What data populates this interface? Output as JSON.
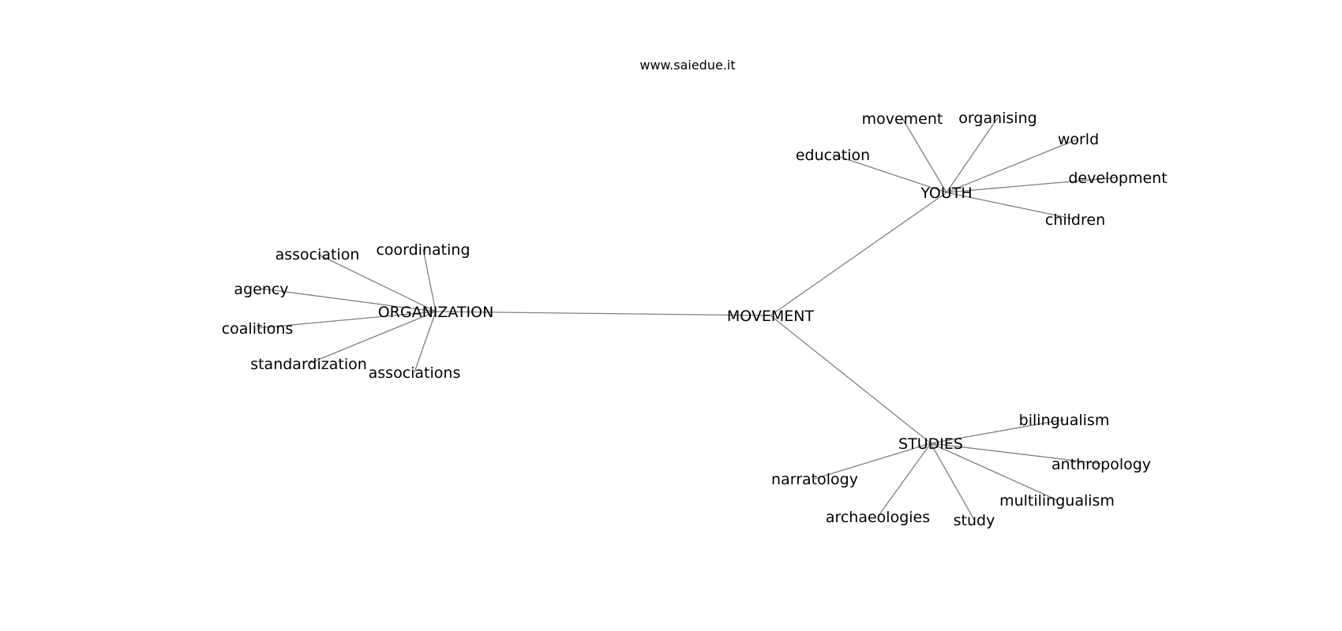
{
  "watermark": "www.saiedue.it",
  "diagram": {
    "root": "MOVEMENT",
    "hubs": [
      {
        "label": "YOUTH",
        "leaves": [
          "movement",
          "organising",
          "world",
          "development",
          "children",
          "education"
        ]
      },
      {
        "label": "ORGANIZATION",
        "leaves": [
          "association",
          "coordinating",
          "agency",
          "coalitions",
          "standardization",
          "associations"
        ]
      },
      {
        "label": "STUDIES",
        "leaves": [
          "bilingualism",
          "anthropology",
          "multilingualism",
          "study",
          "archaeologies",
          "narratology"
        ]
      }
    ],
    "edge_color": "#808080"
  }
}
